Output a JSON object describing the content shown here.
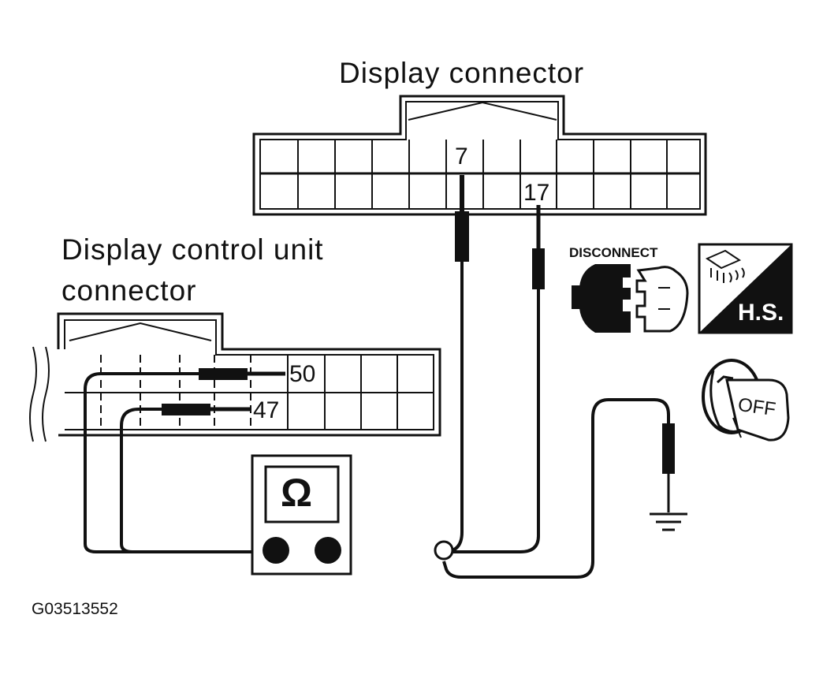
{
  "labels": {
    "display_connector": "Display connector",
    "control_unit_line1": "Display control unit",
    "control_unit_line2": "connector",
    "pin_7": "7",
    "pin_17": "17",
    "pin_50": "50",
    "pin_47": "47",
    "disconnect": "DISCONNECT",
    "hs": "H.S.",
    "off": "OFF",
    "ohm": "Ω",
    "figure_code": "G03513552"
  },
  "colors": {
    "ink": "#111111",
    "background": "#ffffff"
  }
}
